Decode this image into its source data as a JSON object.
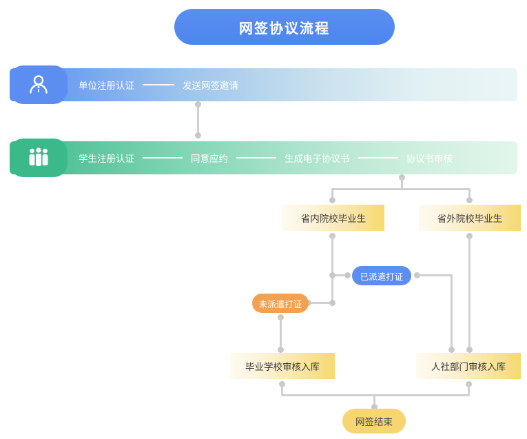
{
  "title": "网签协议流程",
  "tracks": [
    {
      "id": "unit",
      "icon": "single-person-icon",
      "color": "#5b8ef0",
      "steps": [
        "单位注册认证",
        "发送网签邀请"
      ]
    },
    {
      "id": "student",
      "icon": "group-people-icon",
      "color": "#3cb98b",
      "steps": [
        "学生注册认证",
        "同意应约",
        "生成电子协议书",
        "协议书审核"
      ]
    }
  ],
  "nodes": {
    "in_province": "省内院校毕业生",
    "out_province": "省外院校毕业生",
    "dispatched": "已派遣打证",
    "not_dispatched": "未派遣打证",
    "school_review": "毕业学校审核入库",
    "hr_review": "人社部门审核入库",
    "end": "网签结束"
  },
  "colors": {
    "blue": "#5b8ef0",
    "green": "#3cb98b",
    "orange": "#f0a252",
    "yellow": "#f7d571",
    "connector": "#d0d0d0"
  }
}
